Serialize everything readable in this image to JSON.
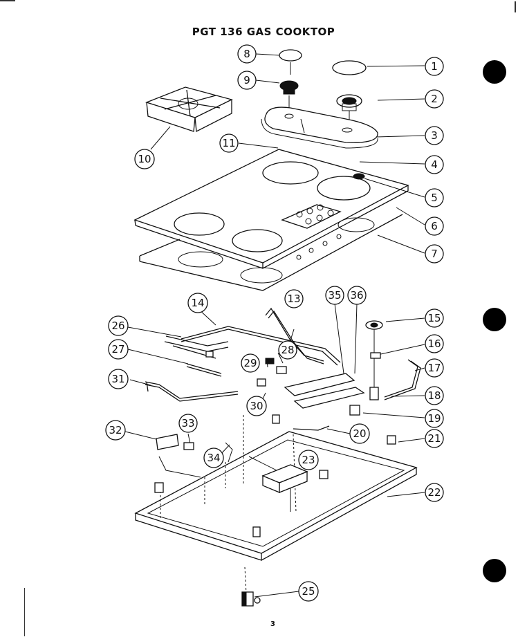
{
  "title": "PGT 136 GAS COOKTOP",
  "page_number": "3",
  "callouts": [
    "1",
    "2",
    "3",
    "4",
    "5",
    "6",
    "7",
    "8",
    "9",
    "10",
    "11",
    "13",
    "14",
    "15",
    "16",
    "17",
    "18",
    "19",
    "20",
    "21",
    "22",
    "23",
    "25",
    "26",
    "27",
    "28",
    "29",
    "30",
    "31",
    "32",
    "33",
    "34",
    "35",
    "36"
  ]
}
